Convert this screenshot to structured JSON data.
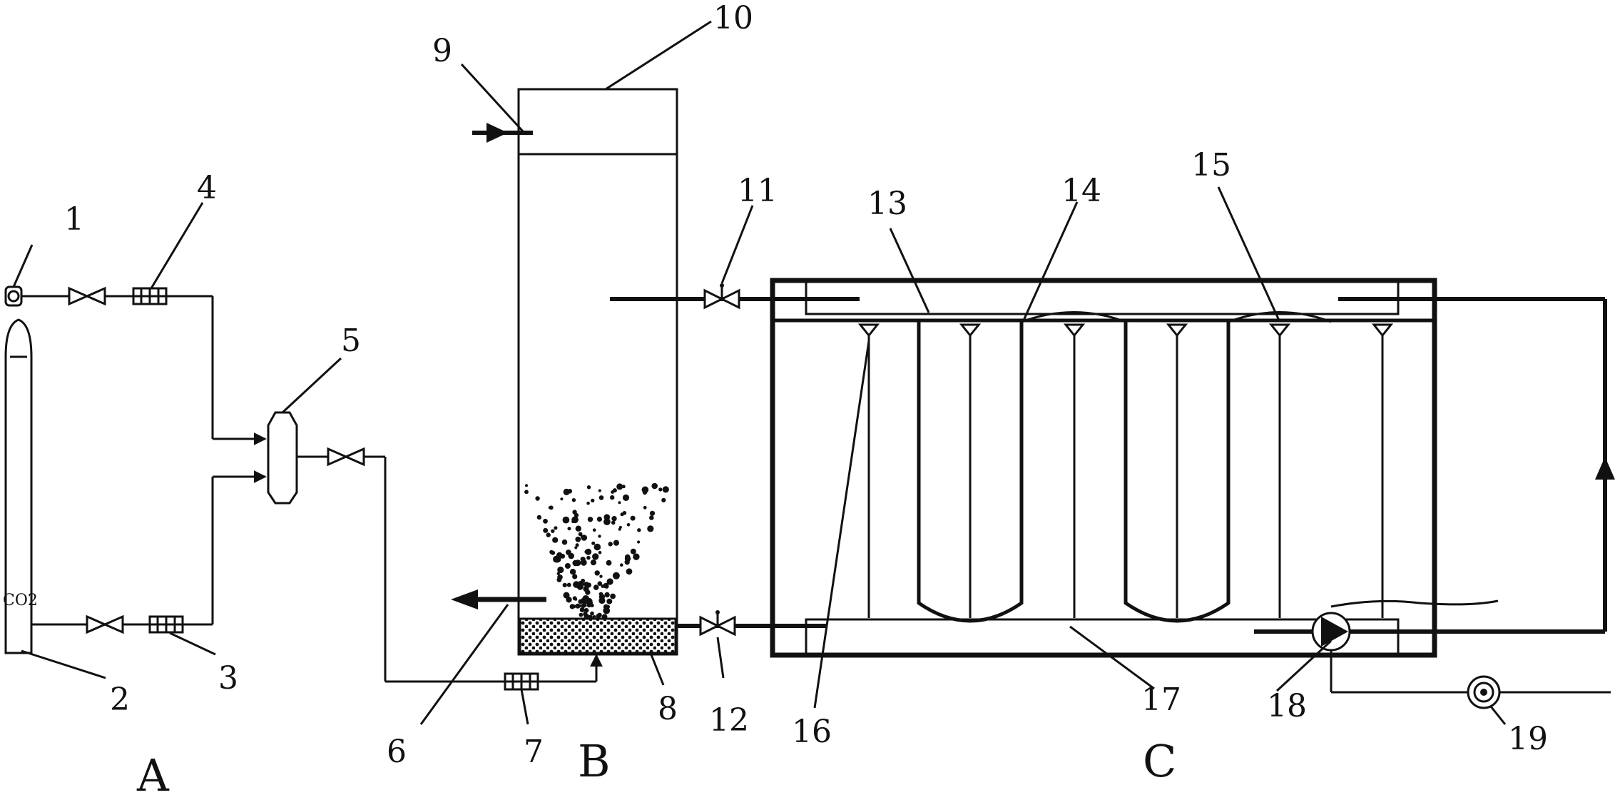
{
  "labels": {
    "n1": "1",
    "n2": "2",
    "n3": "3",
    "n4": "4",
    "n5": "5",
    "n6": "6",
    "n7": "7",
    "n8": "8",
    "n9": "9",
    "n10": "10",
    "n11": "11",
    "n12": "12",
    "n13": "13",
    "n14": "14",
    "n15": "15",
    "n16": "16",
    "n17": "17",
    "n18": "18",
    "n19": "19"
  },
  "sections": {
    "a": "A",
    "b": "B",
    "c": "C"
  },
  "cylinder_text": "CO2",
  "colors": {
    "line": "#111111",
    "background": "#ffffff"
  }
}
